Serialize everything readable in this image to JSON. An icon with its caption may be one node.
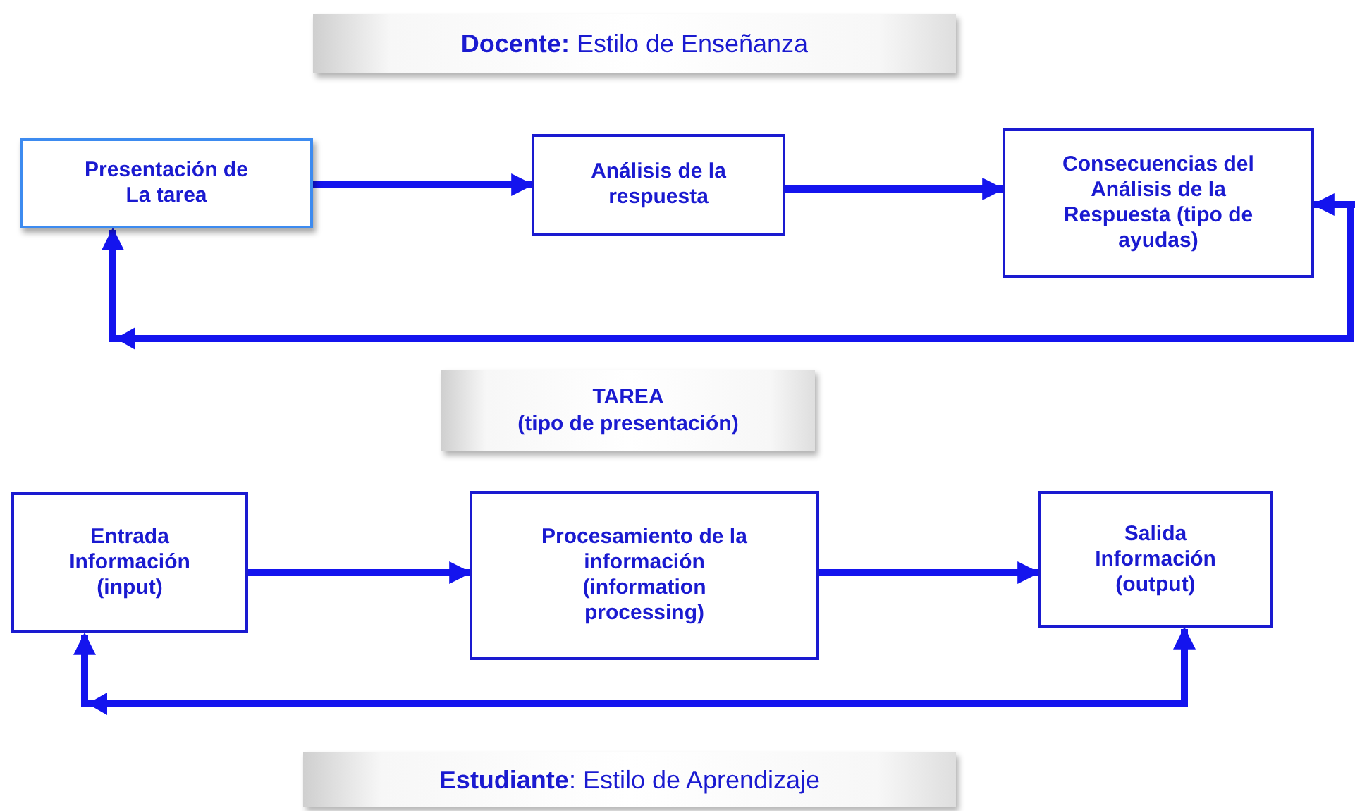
{
  "diagram": {
    "nodes": [
      {
        "text": [
          "**Docente:** Estilo de Enseñanza"
        ]
      },
      {
        "text": [
          "Presentación de La tarea"
        ]
      },
      {
        "text": [
          "Análisis de la respuesta"
        ]
      },
      {
        "text": [
          "Consecuencias del Análisis de la Respuesta (tipo de ayudas)"
        ]
      },
      {
        "text": [
          "TAREA",
          "(tipo de presentación)"
        ]
      },
      {
        "text": [
          "Entrada Información (input)"
        ]
      },
      {
        "text": [
          "Procesamiento de la información (information processing)"
        ]
      },
      {
        "text": [
          "Salida Información (output)"
        ]
      },
      {
        "text": [
          "**Estudiante**: Estilo de Aprendizaje"
        ]
      }
    ],
    "edges": [
      {
        "from": 1,
        "to": 2,
        "arrow": "to"
      },
      {
        "from": 2,
        "to": 3,
        "arrow": "to"
      },
      {
        "from": null,
        "to": 3,
        "arrow": "to"
      },
      {
        "from": null,
        "to": 1,
        "arrow": "to"
      },
      {
        "from": 5,
        "to": 6,
        "arrow": "to"
      },
      {
        "from": 6,
        "to": 7,
        "arrow": "to"
      },
      {
        "from": 7,
        "to": 5,
        "arrow": "both"
      }
    ]
  }
}
